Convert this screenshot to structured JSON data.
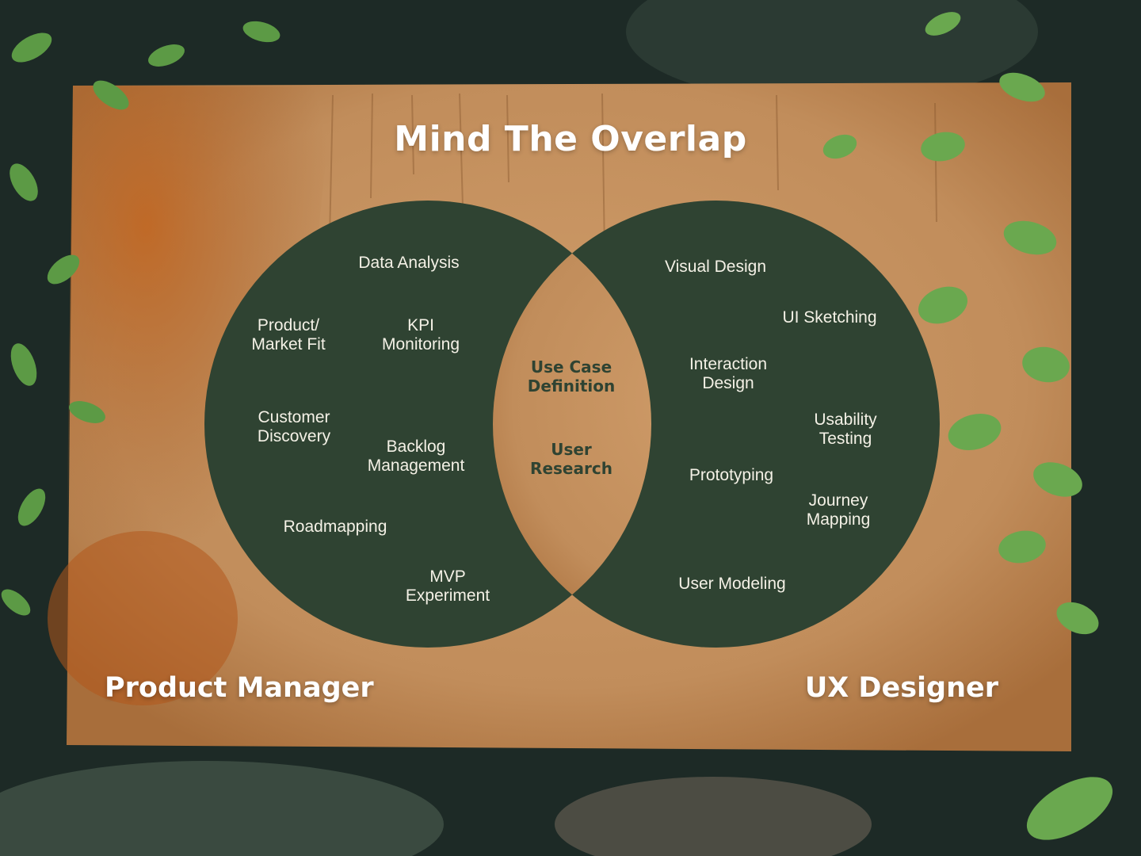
{
  "title": "Mind The Overlap",
  "sets": {
    "left": {
      "name": "Product Manager",
      "items": [
        "Data Analysis",
        "Product/\nMarket Fit",
        "KPI\nMonitoring",
        "Customer\nDiscovery",
        "Backlog\nManagement",
        "Roadmapping",
        "MVP\nExperiment"
      ]
    },
    "right": {
      "name": "UX Designer",
      "items": [
        "Visual Design",
        "UI Sketching",
        "Interaction\nDesign",
        "Usability\nTesting",
        "Prototyping",
        "Journey\nMapping",
        "User Modeling"
      ]
    },
    "overlap": {
      "items": [
        "Use Case\nDefinition",
        "User\nResearch"
      ]
    }
  },
  "colors": {
    "circle_fill": "#2f4332",
    "board": "#c18d5b",
    "board_dark": "#a4602c",
    "background": "#1d2a26",
    "leaf": "#5c9a45",
    "text_light": "#f4f1e6"
  }
}
